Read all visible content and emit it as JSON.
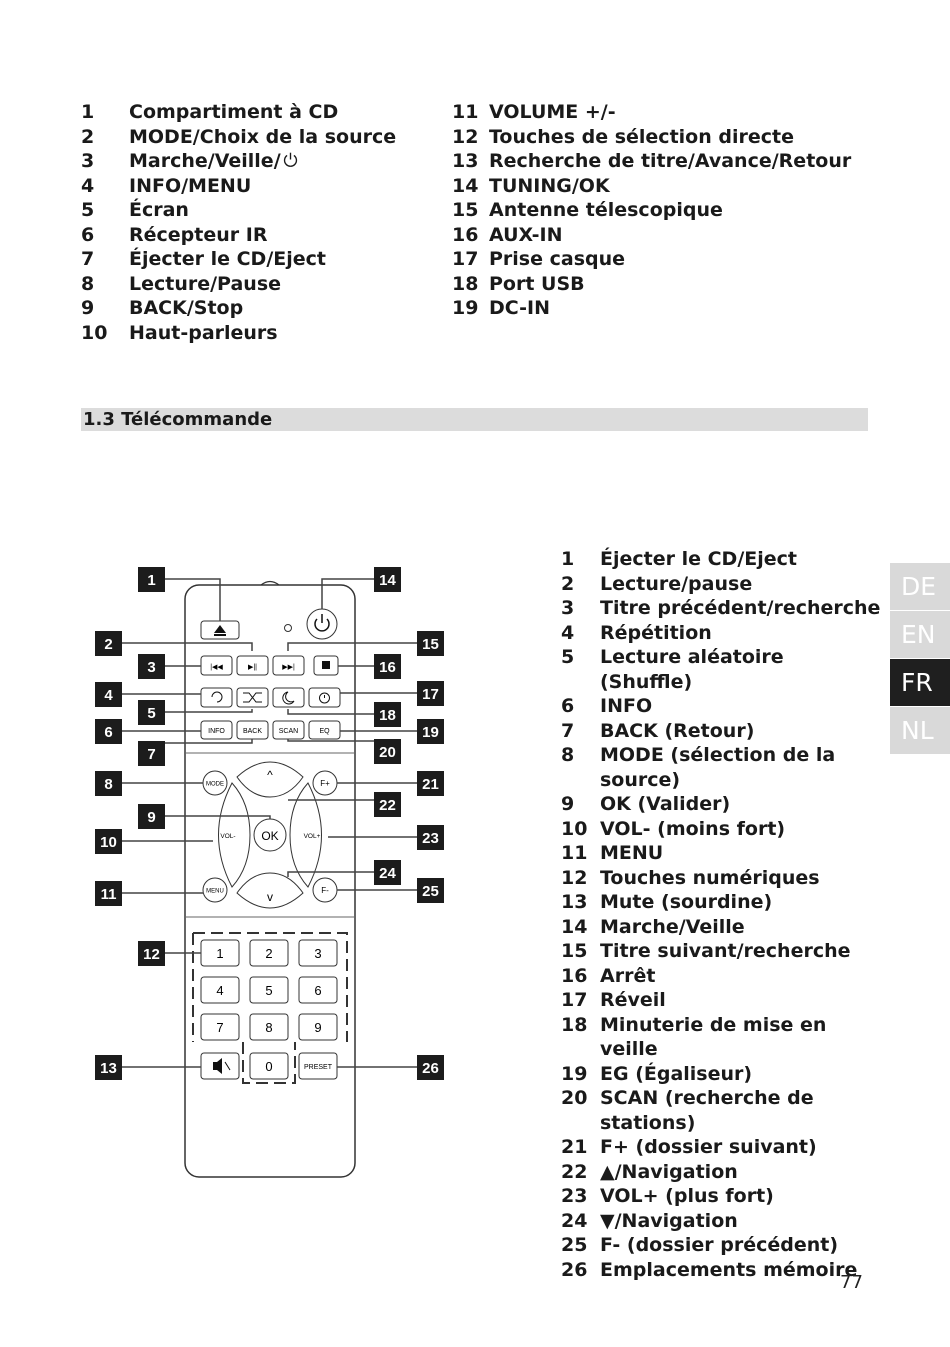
{
  "device_parts": {
    "left": [
      {
        "num": "1",
        "label": "Compartiment à CD"
      },
      {
        "num": "2",
        "label": "MODE/Choix de la source"
      },
      {
        "num": "3",
        "label": "Marche/Veille/"
      },
      {
        "num": "4",
        "label": "INFO/MENU"
      },
      {
        "num": "5",
        "label": "Écran"
      },
      {
        "num": "6",
        "label": "Récepteur IR"
      },
      {
        "num": "7",
        "label": "Éjecter le CD/Eject"
      },
      {
        "num": "8",
        "label": "Lecture/Pause"
      },
      {
        "num": "9",
        "label": "BACK/Stop"
      },
      {
        "num": "10",
        "label": "Haut-parleurs"
      }
    ],
    "right": [
      {
        "num": "11",
        "label": "VOLUME +/-"
      },
      {
        "num": "12",
        "label": "Touches de sélection directe"
      },
      {
        "num": "13",
        "label": "Recherche de titre/Avance/Retour"
      },
      {
        "num": "14",
        "label": "TUNING/OK"
      },
      {
        "num": "15",
        "label": "Antenne télescopique"
      },
      {
        "num": "16",
        "label": "AUX-IN"
      },
      {
        "num": "17",
        "label": "Prise casque"
      },
      {
        "num": "18",
        "label": "Port USB"
      },
      {
        "num": "19",
        "label": "DC-IN"
      }
    ]
  },
  "section": {
    "title": "1.3 Télécommande"
  },
  "remote_list": [
    {
      "num": "1",
      "label": "Éjecter le CD/Eject"
    },
    {
      "num": "2",
      "label": "Lecture/pause"
    },
    {
      "num": "3",
      "label": "Titre précédent/recherche"
    },
    {
      "num": "4",
      "label": "Répétition"
    },
    {
      "num": "5",
      "label": "Lecture aléatoire (Shuffle)"
    },
    {
      "num": "6",
      "label": "INFO"
    },
    {
      "num": "7",
      "label": "BACK (Retour)"
    },
    {
      "num": "8",
      "label": "MODE (sélection de la source)"
    },
    {
      "num": "9",
      "label": "OK (Valider)"
    },
    {
      "num": "10",
      "label": "VOL- (moins fort)"
    },
    {
      "num": "11",
      "label": "MENU"
    },
    {
      "num": "12",
      "label": "Touches numériques"
    },
    {
      "num": "13",
      "label": "Mute (sourdine)"
    },
    {
      "num": "14",
      "label": "Marche/Veille"
    },
    {
      "num": "15",
      "label": "Titre suivant/recherche"
    },
    {
      "num": "16",
      "label": "Arrêt"
    },
    {
      "num": "17",
      "label": "Réveil"
    },
    {
      "num": "18",
      "label": "Minuterie de mise en veille"
    },
    {
      "num": "19",
      "label": "EG (Égaliseur)"
    },
    {
      "num": "20",
      "label": "SCAN (recherche de stations)"
    },
    {
      "num": "21",
      "label": "F+ (dossier suivant)"
    },
    {
      "num": "22",
      "label": "▲/Navigation"
    },
    {
      "num": "23",
      "label": "VOL+ (plus fort)"
    },
    {
      "num": "24",
      "label": "▼/Navigation"
    },
    {
      "num": "25",
      "label": "F- (dossier précédent)"
    },
    {
      "num": "26",
      "label": "Emplacements mémoire"
    }
  ],
  "remote_figure": {
    "callouts": [
      "1",
      "2",
      "3",
      "4",
      "5",
      "6",
      "7",
      "8",
      "9",
      "10",
      "11",
      "12",
      "13",
      "14",
      "15",
      "16",
      "17",
      "18",
      "19",
      "20",
      "21",
      "22",
      "23",
      "24",
      "25",
      "26"
    ],
    "buttons": {
      "info": "INFO",
      "back": "BACK",
      "scan": "SCAN",
      "eq": "EQ",
      "mode": "MODE",
      "fplus": "F+",
      "vol_minus": "VOL-",
      "ok": "OK",
      "vol_plus": "VOL+",
      "menu": "MENU",
      "fminus": "F-",
      "preset": "PRESET",
      "digits": [
        "1",
        "2",
        "3",
        "4",
        "5",
        "6",
        "7",
        "8",
        "9",
        "0"
      ]
    }
  },
  "lang_tabs": [
    {
      "label": "DE",
      "active": false
    },
    {
      "label": "EN",
      "active": false
    },
    {
      "label": "FR",
      "active": true
    },
    {
      "label": "NL",
      "active": false
    }
  ],
  "page_number": "77"
}
